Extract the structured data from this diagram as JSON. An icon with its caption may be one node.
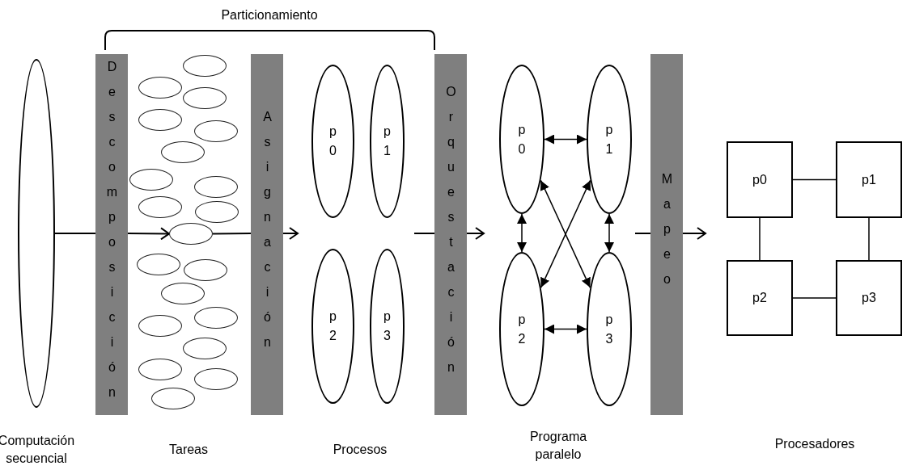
{
  "diagram": {
    "nodes": [
      {
        "text": [],
        "shape": "ellipse",
        "beside": [
          "Computación secuencial"
        ]
      },
      {
        "text": [
          "Descomposición"
        ]
      },
      {
        "text": [],
        "shape": "ellipse"
      },
      {
        "text": [],
        "shape": "ellipse"
      },
      {
        "text": [],
        "shape": "ellipse"
      },
      {
        "text": [],
        "shape": "ellipse"
      },
      {
        "text": [],
        "shape": "ellipse"
      },
      {
        "text": [],
        "shape": "ellipse"
      },
      {
        "text": [],
        "shape": "ellipse"
      },
      {
        "text": [],
        "shape": "ellipse"
      },
      {
        "text": [],
        "shape": "ellipse"
      },
      {
        "text": [],
        "shape": "ellipse"
      },
      {
        "text": [],
        "shape": "ellipse"
      },
      {
        "text": [],
        "shape": "ellipse"
      },
      {
        "text": [],
        "shape": "ellipse"
      },
      {
        "text": [],
        "shape": "ellipse"
      },
      {
        "text": [],
        "shape": "ellipse"
      },
      {
        "text": [],
        "shape": "ellipse"
      },
      {
        "text": [],
        "shape": "ellipse"
      },
      {
        "text": [],
        "shape": "ellipse"
      },
      {
        "text": [],
        "shape": "ellipse"
      },
      {
        "text": [],
        "shape": "ellipse"
      },
      {
        "text": [
          "Asignación"
        ]
      },
      {
        "text": [
          "p 0"
        ]
      },
      {
        "text": [
          "p 1"
        ]
      },
      {
        "text": [
          "p 2"
        ]
      },
      {
        "text": [
          "p 3"
        ]
      },
      {
        "text": [
          "Orquestación"
        ]
      },
      {
        "text": [
          "p 0"
        ]
      },
      {
        "text": [
          "p 1"
        ]
      },
      {
        "text": [
          "p 2"
        ]
      },
      {
        "text": [
          "p 3"
        ]
      },
      {
        "text": [
          "Mapeo"
        ]
      },
      {
        "text": [
          "p0"
        ]
      },
      {
        "text": [
          "p1"
        ]
      },
      {
        "text": [
          "p2"
        ]
      },
      {
        "text": [
          "p3"
        ]
      }
    ],
    "edges": [
      {
        "from": 0,
        "to": 1,
        "arrow": "none"
      },
      {
        "from": 1,
        "to": 12,
        "arrow": "to"
      },
      {
        "from": 12,
        "to": 22,
        "arrow": "none"
      },
      {
        "from": 22,
        "to": null,
        "arrow": "to"
      },
      {
        "from": null,
        "to": 27,
        "arrow": "none"
      },
      {
        "from": 27,
        "to": null,
        "arrow": "to"
      },
      {
        "from": null,
        "to": 32,
        "arrow": "none"
      },
      {
        "from": 32,
        "to": null,
        "arrow": "to"
      },
      {
        "from": 28,
        "to": 29,
        "arrow": "both"
      },
      {
        "from": 28,
        "to": 30,
        "arrow": "both"
      },
      {
        "from": 29,
        "to": 31,
        "arrow": "both"
      },
      {
        "from": 28,
        "to": 31,
        "arrow": "both"
      },
      {
        "from": 29,
        "to": 30,
        "arrow": "both"
      },
      {
        "from": 30,
        "to": 31,
        "arrow": "both"
      },
      {
        "from": 33,
        "to": 34,
        "arrow": "none"
      },
      {
        "from": 33,
        "to": 35,
        "arrow": "none"
      },
      {
        "from": 34,
        "to": 36,
        "arrow": "none"
      },
      {
        "from": 35,
        "to": 36,
        "arrow": "none"
      }
    ],
    "labels": [
      "Particionamiento",
      "Tareas",
      "Procesos",
      "Programa paralelo",
      "Procesadores"
    ]
  }
}
